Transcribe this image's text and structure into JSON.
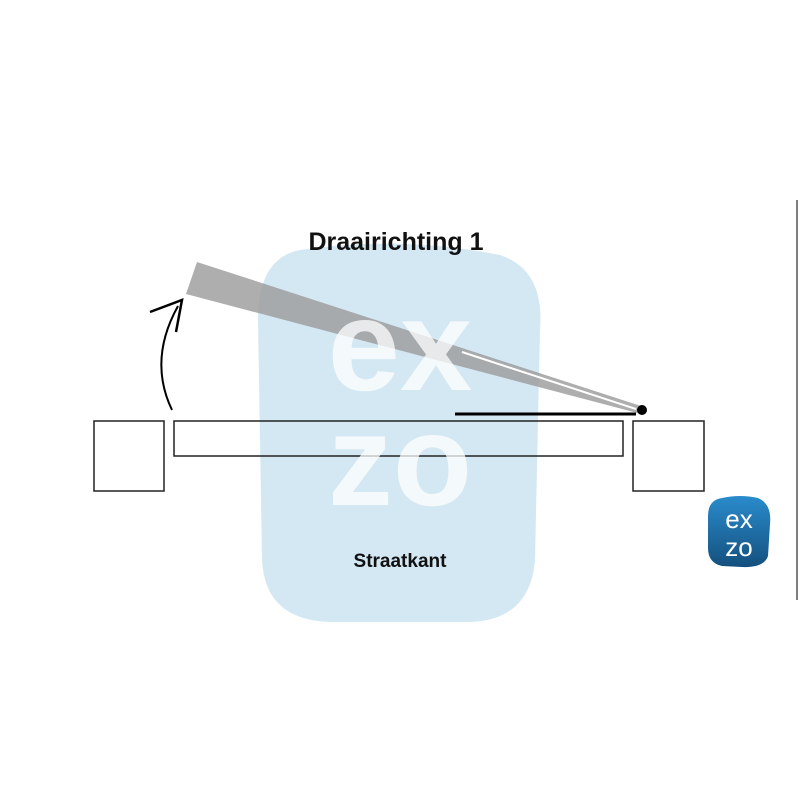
{
  "title": "Draairichting 1",
  "bottom_label": "Straatkant",
  "logo": {
    "line1": "ex",
    "line2": "zo"
  },
  "colors": {
    "watermark": "#cfe6f2",
    "door_open": "#a9a9a9",
    "logo": "#1e6fa8"
  }
}
